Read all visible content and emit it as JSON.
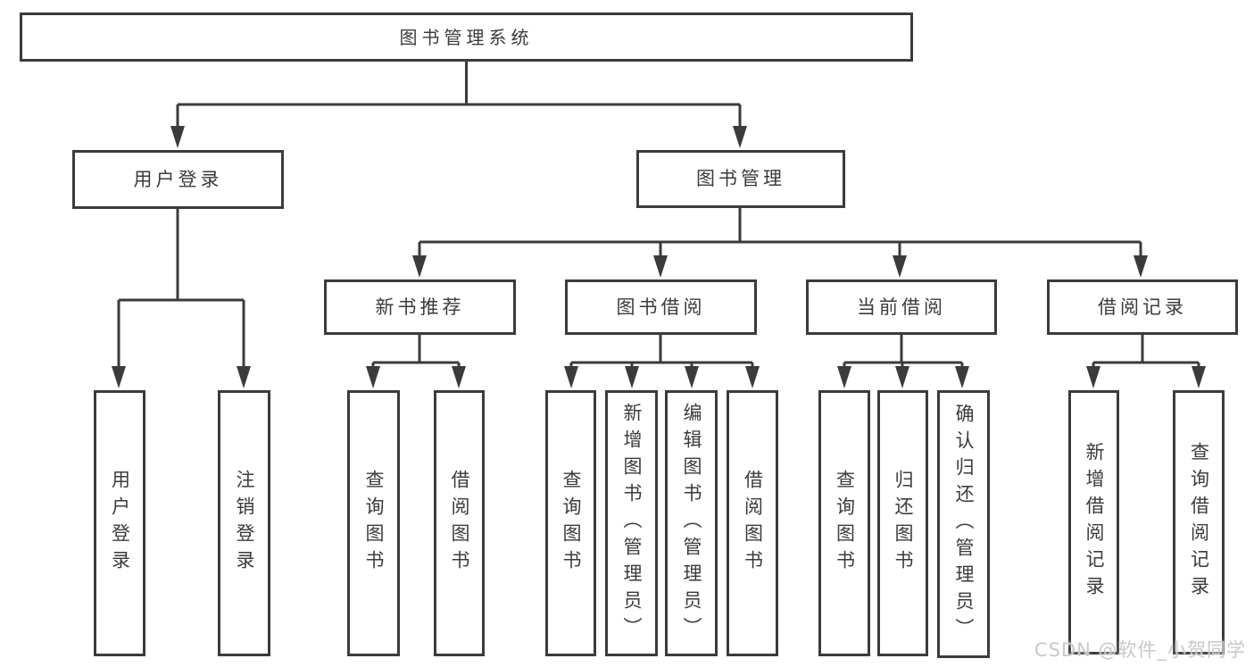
{
  "colors": {
    "line": "#3b3b3b",
    "watermark": "#c8c8c8"
  },
  "tree": {
    "root": "图书管理系统",
    "children": [
      {
        "label": "用户登录",
        "children": [
          "用户登录",
          "注销登录"
        ]
      },
      {
        "label": "图书管理",
        "children": [
          {
            "label": "新书推荐",
            "children": [
              "查询图书",
              "借阅图书"
            ]
          },
          {
            "label": "图书借阅",
            "children": [
              "查询图书",
              "新增图书（管理员）",
              "编辑图书（管理员）",
              "借阅图书"
            ]
          },
          {
            "label": "当前借阅",
            "children": [
              "查询图书",
              "归还图书",
              "确认归还（管理员）"
            ]
          },
          {
            "label": "借阅记录",
            "children": [
              "新增借阅记录",
              "查询借阅记录"
            ]
          }
        ]
      }
    ]
  },
  "watermark": "CSDN @软件_小贺同学"
}
